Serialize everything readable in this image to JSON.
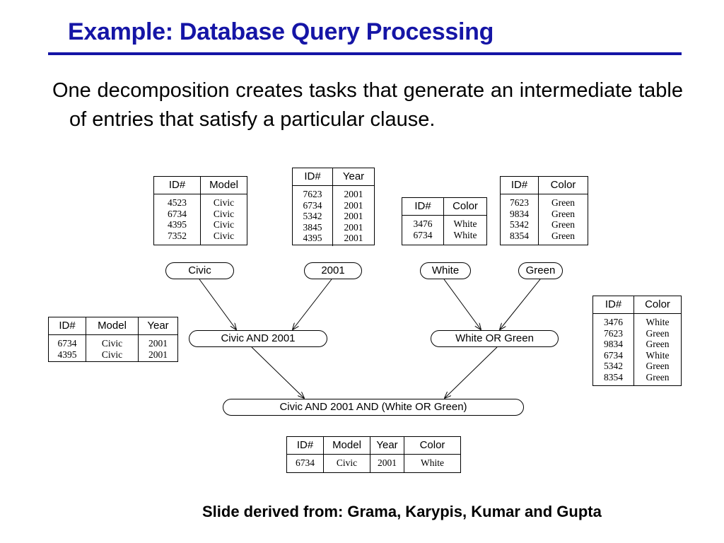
{
  "slide": {
    "title": "Example: Database Query Processing",
    "body": "One decomposition creates tasks that generate an intermediate table of entries that satisfy a particular clause.",
    "credit": "Slide derived from: Grama, Karypis, Kumar and Gupta",
    "title_color": "#1515a6"
  },
  "tables": {
    "civic": {
      "headers": [
        "ID#",
        "Model"
      ],
      "columns": [
        [
          "4523",
          "6734",
          "4395",
          "7352"
        ],
        [
          "Civic",
          "Civic",
          "Civic",
          "Civic"
        ]
      ]
    },
    "year2001": {
      "headers": [
        "ID#",
        "Year"
      ],
      "columns": [
        [
          "7623",
          "6734",
          "5342",
          "3845",
          "4395"
        ],
        [
          "2001",
          "2001",
          "2001",
          "2001",
          "2001"
        ]
      ]
    },
    "white": {
      "headers": [
        "ID#",
        "Color"
      ],
      "columns": [
        [
          "3476",
          "6734"
        ],
        [
          "White",
          "White"
        ]
      ]
    },
    "green": {
      "headers": [
        "ID#",
        "Color"
      ],
      "columns": [
        [
          "7623",
          "9834",
          "5342",
          "8354"
        ],
        [
          "Green",
          "Green",
          "Green",
          "Green"
        ]
      ]
    },
    "civic_and_2001": {
      "headers": [
        "ID#",
        "Model",
        "Year"
      ],
      "columns": [
        [
          "6734",
          "4395"
        ],
        [
          "Civic",
          "Civic"
        ],
        [
          "2001",
          "2001"
        ]
      ]
    },
    "white_or_green": {
      "headers": [
        "ID#",
        "Color"
      ],
      "columns": [
        [
          "3476",
          "7623",
          "9834",
          "6734",
          "5342",
          "8354"
        ],
        [
          "White",
          "Green",
          "Green",
          "White",
          "Green",
          "Green"
        ]
      ]
    },
    "final": {
      "headers": [
        "ID#",
        "Model",
        "Year",
        "Color"
      ],
      "columns": [
        [
          "6734"
        ],
        [
          "Civic"
        ],
        [
          "2001"
        ],
        [
          "White"
        ]
      ]
    }
  },
  "nodes": {
    "civic": "Civic",
    "year2001": "2001",
    "white": "White",
    "green": "Green",
    "civic_and_2001": "Civic AND 2001",
    "white_or_green": "White OR Green",
    "final": "Civic AND 2001 AND (White OR Green)"
  }
}
